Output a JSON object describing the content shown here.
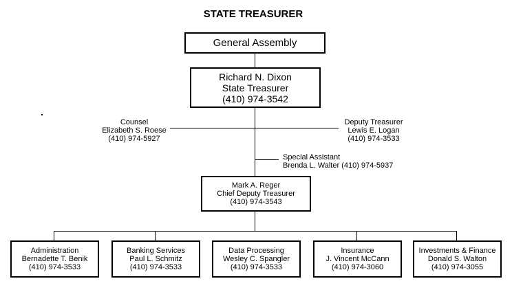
{
  "title": "STATE TREASURER",
  "general_assembly": "General Assembly",
  "treasurer": {
    "name": "Richard N. Dixon",
    "title": "State Treasurer",
    "phone": "(410) 974-3542"
  },
  "counsel": {
    "title": "Counsel",
    "name": "Elizabeth S. Roese",
    "phone": "(410) 974-5927"
  },
  "deputy": {
    "title": "Deputy Treasurer",
    "name": "Lewis E. Logan",
    "phone": "(410) 974-3533"
  },
  "special_assistant": {
    "title": "Special Assistant",
    "name_phone": "Brenda L. Walter (410) 974-5937"
  },
  "chief_deputy": {
    "name": "Mark A. Reger",
    "title": "Chief Deputy Treasurer",
    "phone": "(410) 974-3543"
  },
  "divisions": [
    {
      "dept": "Administration",
      "name": "Bernadette T. Benik",
      "phone": "(410) 974-3533"
    },
    {
      "dept": "Banking Services",
      "name": "Paul L. Schmitz",
      "phone": "(410) 974-3533"
    },
    {
      "dept": "Data Processing",
      "name": "Wesley C. Spangler",
      "phone": "(410) 974-3533"
    },
    {
      "dept": "Insurance",
      "name": "J. Vincent McCann",
      "phone": "(410) 974-3060"
    },
    {
      "dept": "Investments & Finance",
      "name": "Donald S. Walton",
      "phone": "(410) 974-3055"
    }
  ]
}
